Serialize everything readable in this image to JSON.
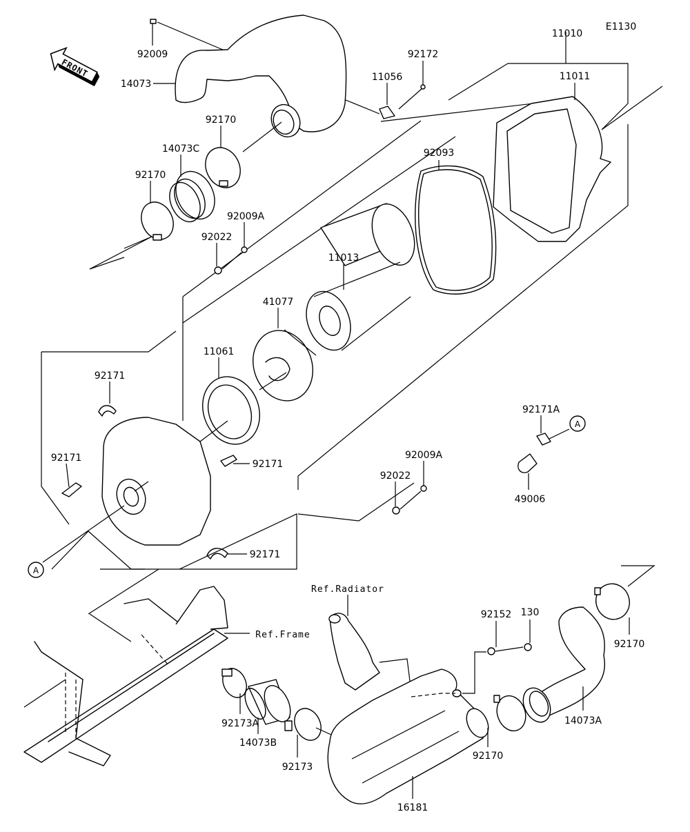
{
  "diagram_code": "E1130",
  "front_label": "FRONT",
  "callout_marker": "A",
  "parts": {
    "p92009": "92009",
    "p14073": "14073",
    "p11056": "11056",
    "p92172": "92172",
    "p11010": "11010",
    "p11011": "11011",
    "p92170_a": "92170",
    "p14073C": "14073C",
    "p92170_b": "92170",
    "p92009A_a": "92009A",
    "p92022_a": "92022",
    "p92093": "92093",
    "p11013": "11013",
    "p41077": "41077",
    "p11061": "11061",
    "p92171_a": "92171",
    "p92171_b": "92171",
    "p92171_c": "92171",
    "p92171_d": "92171",
    "p92171A": "92171A",
    "p49006": "49006",
    "p92009A_b": "92009A",
    "p92022_b": "92022",
    "p92152": "92152",
    "p130": "130",
    "p92170_c": "92170",
    "p14073A": "14073A",
    "p92170_d": "92170",
    "p92173A": "92173A",
    "p14073B": "14073B",
    "p92173": "92173",
    "p16181": "16181"
  },
  "references": {
    "radiator": "Ref.Radiator",
    "frame": "Ref.Frame"
  }
}
